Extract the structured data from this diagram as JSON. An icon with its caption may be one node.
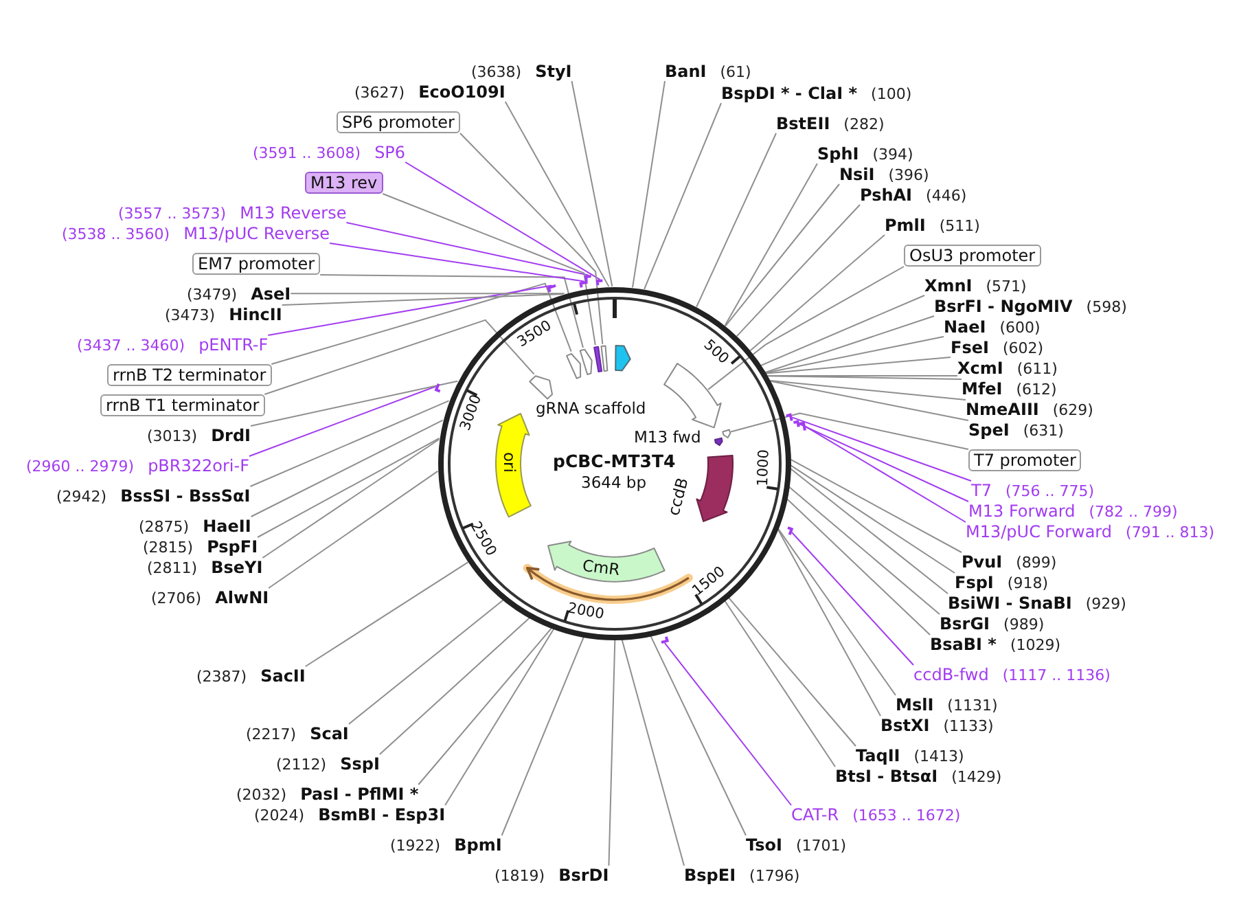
{
  "diagram": {
    "nodes": [
      {
        "text": [
          "pCBC-MT3T4",
          "3644 bp"
        ]
      },
      {
        "text": [
          "BanI",
          "(61)"
        ]
      },
      {
        "text": [
          "BspDI * - ClaI *",
          "(100)"
        ]
      },
      {
        "text": [
          "BstEII",
          "(282)"
        ]
      },
      {
        "text": [
          "SphI",
          "(394)"
        ]
      },
      {
        "text": [
          "NsiI",
          "(396)"
        ]
      },
      {
        "text": [
          "PshAI",
          "(446)"
        ]
      },
      {
        "text": [
          "PmlI",
          "(511)"
        ]
      },
      {
        "text": [
          "OsU3 promoter"
        ]
      },
      {
        "text": [
          "XmnI",
          "(571)"
        ]
      },
      {
        "text": [
          "BsrFI - NgoMIV",
          "(598)"
        ]
      },
      {
        "text": [
          "NaeI",
          "(600)"
        ]
      },
      {
        "text": [
          "FseI",
          "(602)"
        ]
      },
      {
        "text": [
          "XcmI",
          "(611)"
        ]
      },
      {
        "text": [
          "MfeI",
          "(612)"
        ]
      },
      {
        "text": [
          "NmeAIII",
          "(629)"
        ]
      },
      {
        "text": [
          "SpeI",
          "(631)"
        ]
      },
      {
        "text": [
          "T7 promoter"
        ]
      },
      {
        "text": [
          "T7",
          "(756 .. 775)"
        ]
      },
      {
        "text": [
          "M13 Forward",
          "(782 .. 799)"
        ]
      },
      {
        "text": [
          "M13/pUC Forward",
          "(791 .. 813)"
        ]
      },
      {
        "text": [
          "PvuI",
          "(899)"
        ]
      },
      {
        "text": [
          "FspI",
          "(918)"
        ]
      },
      {
        "text": [
          "BsiWI - SnaBI",
          "(929)"
        ]
      },
      {
        "text": [
          "BsrGI",
          "(989)"
        ]
      },
      {
        "text": [
          "BsaBI *",
          "(1029)"
        ]
      },
      {
        "text": [
          "ccdB-fwd",
          "(1117 .. 1136)"
        ]
      },
      {
        "text": [
          "MslI",
          "(1131)"
        ]
      },
      {
        "text": [
          "BstXI",
          "(1133)"
        ]
      },
      {
        "text": [
          "TaqII",
          "(1413)"
        ]
      },
      {
        "text": [
          "BtsI - BtsαI",
          "(1429)"
        ]
      },
      {
        "text": [
          "CAT-R",
          "(1653 .. 1672)"
        ]
      },
      {
        "text": [
          "TsoI",
          "(1701)"
        ]
      },
      {
        "text": [
          "BspEI",
          "(1796)"
        ]
      },
      {
        "text": [
          "(1819)",
          "BsrDI"
        ]
      },
      {
        "text": [
          "(1922)",
          "BpmI"
        ]
      },
      {
        "text": [
          "(2024)",
          "BsmBI - Esp3I"
        ]
      },
      {
        "text": [
          "(2032)",
          "PasI - PflMI *"
        ]
      },
      {
        "text": [
          "(2112)",
          "SspI"
        ]
      },
      {
        "text": [
          "(2217)",
          "ScaI"
        ]
      },
      {
        "text": [
          "(2387)",
          "SacII"
        ]
      },
      {
        "text": [
          "(2706)",
          "AlwNI"
        ]
      },
      {
        "text": [
          "(2811)",
          "BseYI"
        ]
      },
      {
        "text": [
          "(2815)",
          "PspFI"
        ]
      },
      {
        "text": [
          "(2875)",
          "HaeII"
        ]
      },
      {
        "text": [
          "(2942)",
          "BssSI - BssSαI"
        ]
      },
      {
        "text": [
          "(2960 .. 2979)",
          "pBR322ori-F"
        ]
      },
      {
        "text": [
          "(3013)",
          "DrdI"
        ]
      },
      {
        "text": [
          "rrnB T1 terminator"
        ]
      },
      {
        "text": [
          "rrnB T2 terminator"
        ]
      },
      {
        "text": [
          "(3437 .. 3460)",
          "pENTR-F"
        ]
      },
      {
        "text": [
          "(3473)",
          "HincII"
        ]
      },
      {
        "text": [
          "(3479)",
          "AseI"
        ]
      },
      {
        "text": [
          "EM7 promoter"
        ]
      },
      {
        "text": [
          "(3538 .. 3560)",
          "M13/pUC Reverse"
        ]
      },
      {
        "text": [
          "(3557 .. 3573)",
          "M13 Reverse"
        ]
      },
      {
        "text": [
          "M13 rev"
        ]
      },
      {
        "text": [
          "(3591 .. 3608)",
          "SP6"
        ]
      },
      {
        "text": [
          "SP6 promoter"
        ]
      },
      {
        "text": [
          "(3627)",
          "EcoO109I"
        ]
      },
      {
        "text": [
          "(3638)",
          "StyI"
        ]
      },
      {
        "text": [],
        "shape": "arrow",
        "in": 0
      },
      {
        "text": [],
        "shape": "arrow",
        "in": 0
      },
      {
        "text": [],
        "shape": "arrow",
        "beside": [
          "ccdB"
        ],
        "in": 0
      },
      {
        "text": [
          "CmR"
        ],
        "in": 0
      },
      {
        "text": [
          "ori"
        ],
        "in": 0
      },
      {
        "text": [],
        "shape": "arrow",
        "in": 0
      },
      {
        "text": [],
        "shape": "arrow",
        "in": 0
      },
      {
        "text": [],
        "shape": "arrow",
        "in": 0
      },
      {
        "text": [],
        "shape": "arrow",
        "in": 0
      },
      {
        "text": [],
        "shape": "arrow",
        "in": 0
      },
      {
        "text": [],
        "shape": "arrow",
        "in": 0
      },
      {
        "text": [],
        "shape": "bar",
        "in": 0
      },
      {
        "text": [],
        "shape": "bar",
        "in": 0
      },
      {
        "text": [],
        "shape": "bar"
      },
      {
        "text": [],
        "shape": "bar"
      },
      {
        "text": [],
        "shape": "bar"
      },
      {
        "text": [],
        "shape": "bar"
      },
      {
        "text": [],
        "shape": "bar"
      },
      {
        "text": [],
        "shape": "bar"
      },
      {
        "text": [],
        "shape": "bar"
      },
      {
        "text": [],
        "shape": "bar"
      },
      {
        "text": [],
        "shape": "bar"
      },
      {
        "text": [],
        "shape": "bar"
      }
    ],
    "edges": [
      {
        "from": 1,
        "to": 0,
        "arrow": "none"
      },
      {
        "from": 2,
        "to": 0,
        "arrow": "none"
      },
      {
        "from": 3,
        "to": 0,
        "arrow": "none"
      },
      {
        "from": 4,
        "to": 0,
        "arrow": "none"
      },
      {
        "from": 5,
        "to": 0,
        "arrow": "none"
      },
      {
        "from": 6,
        "to": 0,
        "arrow": "none"
      },
      {
        "from": 7,
        "to": 0,
        "arrow": "none"
      },
      {
        "from": 8,
        "to": 66,
        "arrow": "none"
      },
      {
        "from": 9,
        "to": 0,
        "arrow": "none"
      },
      {
        "from": 10,
        "to": 0,
        "arrow": "none"
      },
      {
        "from": 11,
        "to": 0,
        "arrow": "none"
      },
      {
        "from": 12,
        "to": 0,
        "arrow": "none"
      },
      {
        "from": 13,
        "to": 0,
        "arrow": "none"
      },
      {
        "from": 14,
        "to": 0,
        "arrow": "none"
      },
      {
        "from": 15,
        "to": 0,
        "arrow": "none"
      },
      {
        "from": 16,
        "to": 0,
        "arrow": "none"
      },
      {
        "from": 17,
        "to": 67,
        "arrow": "none"
      },
      {
        "from": 18,
        "to": 74,
        "arrow": "none",
        "color": "#a23cf0"
      },
      {
        "from": 19,
        "to": 75,
        "arrow": "none",
        "color": "#a23cf0"
      },
      {
        "from": 20,
        "to": 76,
        "arrow": "none",
        "color": "#a23cf0"
      },
      {
        "from": 21,
        "to": 0,
        "arrow": "none"
      },
      {
        "from": 22,
        "to": 0,
        "arrow": "none"
      },
      {
        "from": 23,
        "to": 0,
        "arrow": "none"
      },
      {
        "from": 24,
        "to": 0,
        "arrow": "none"
      },
      {
        "from": 25,
        "to": 0,
        "arrow": "none"
      },
      {
        "from": 26,
        "to": 77,
        "arrow": "none",
        "color": "#a23cf0"
      },
      {
        "from": 27,
        "to": 0,
        "arrow": "none"
      },
      {
        "from": 28,
        "to": 0,
        "arrow": "none"
      },
      {
        "from": 29,
        "to": 0,
        "arrow": "none"
      },
      {
        "from": 30,
        "to": 0,
        "arrow": "none"
      },
      {
        "from": 31,
        "to": 78,
        "arrow": "none",
        "color": "#a23cf0"
      },
      {
        "from": 32,
        "to": 0,
        "arrow": "none"
      },
      {
        "from": 33,
        "to": 0,
        "arrow": "none"
      },
      {
        "from": 34,
        "to": 0,
        "arrow": "none"
      },
      {
        "from": 35,
        "to": 0,
        "arrow": "none"
      },
      {
        "from": 36,
        "to": 0,
        "arrow": "none"
      },
      {
        "from": 37,
        "to": 0,
        "arrow": "none"
      },
      {
        "from": 38,
        "to": 0,
        "arrow": "none"
      },
      {
        "from": 39,
        "to": 0,
        "arrow": "none"
      },
      {
        "from": 40,
        "to": 0,
        "arrow": "none"
      },
      {
        "from": 41,
        "to": 0,
        "arrow": "none"
      },
      {
        "from": 42,
        "to": 0,
        "arrow": "none"
      },
      {
        "from": 43,
        "to": 0,
        "arrow": "none"
      },
      {
        "from": 44,
        "to": 0,
        "arrow": "none"
      },
      {
        "from": 45,
        "to": 0,
        "arrow": "none"
      },
      {
        "from": 46,
        "to": 79,
        "arrow": "none",
        "color": "#a23cf0"
      },
      {
        "from": 47,
        "to": 0,
        "arrow": "none"
      },
      {
        "from": 48,
        "to": 69,
        "arrow": "none"
      },
      {
        "from": 49,
        "to": 70,
        "arrow": "none"
      },
      {
        "from": 50,
        "to": 80,
        "arrow": "none",
        "color": "#a23cf0"
      },
      {
        "from": 51,
        "to": 0,
        "arrow": "none"
      },
      {
        "from": 52,
        "to": 0,
        "arrow": "none"
      },
      {
        "from": 53,
        "to": 71,
        "arrow": "none"
      },
      {
        "from": 54,
        "to": 81,
        "arrow": "none",
        "color": "#a23cf0"
      },
      {
        "from": 55,
        "to": 82,
        "arrow": "none",
        "color": "#a23cf0"
      },
      {
        "from": 56,
        "to": 72,
        "arrow": "none"
      },
      {
        "from": 57,
        "to": 83,
        "arrow": "none",
        "color": "#a23cf0"
      },
      {
        "from": 58,
        "to": 73,
        "arrow": "none"
      },
      {
        "from": 59,
        "to": 0,
        "arrow": "none"
      },
      {
        "from": 60,
        "to": 0,
        "arrow": "none"
      }
    ],
    "labels": [
      "gRNA scaffold",
      "M13 fwd",
      "500",
      "1000",
      "1500",
      "2000",
      "2500",
      "3000",
      "3500"
    ]
  }
}
